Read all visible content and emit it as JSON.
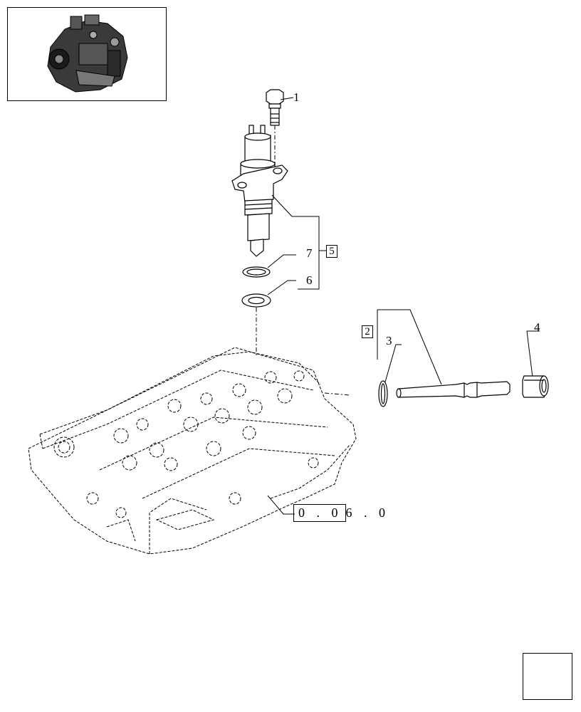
{
  "callouts": {
    "c1": "1",
    "c2": "2",
    "c3": "3",
    "c4": "4",
    "c5": "5",
    "c6": "6",
    "c7": "7"
  },
  "reference": {
    "boxed": "0 . 0",
    "rest": "6 . 0"
  },
  "icons": {
    "thumbnail": "engine-thumbnail-icon",
    "nav": "next-page-arrow-icon"
  }
}
